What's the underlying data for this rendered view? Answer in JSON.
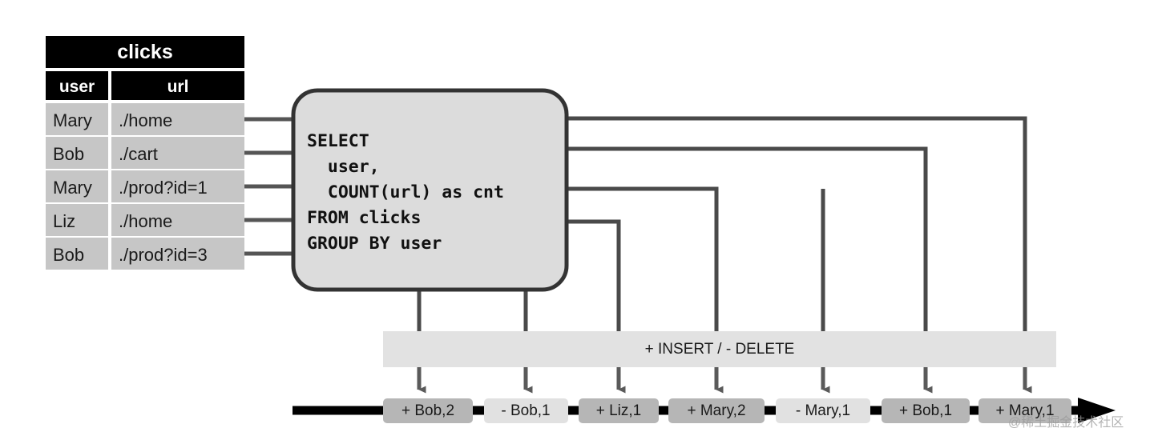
{
  "table": {
    "title": "clicks",
    "columns": [
      "user",
      "url"
    ],
    "rows": [
      [
        "Mary",
        "./home"
      ],
      [
        "Bob",
        "./cart"
      ],
      [
        "Mary",
        "./prod?id=1"
      ],
      [
        "Liz",
        "./home"
      ],
      [
        "Bob",
        "./prod?id=3"
      ]
    ],
    "header_bg": "#000000",
    "header_fg": "#ffffff",
    "cell_bg": "#c6c6c6",
    "cell_fg": "#1a1a1a"
  },
  "query": {
    "lines": [
      "SELECT",
      "  user,",
      "  COUNT(url) as cnt",
      "FROM clicks",
      "GROUP BY user"
    ],
    "text": "SELECT\n  user,\n  COUNT(url) as cnt\nFROM clicks\nGROUP BY user",
    "box_fill": "#dcdcdc",
    "box_stroke": "#333333"
  },
  "changelog_bar": {
    "label": "+ INSERT / - DELETE",
    "fill": "#e2e2e2"
  },
  "stream": {
    "events": [
      {
        "label": "+ Bob,2",
        "op": "+",
        "key": "Bob",
        "value": 2,
        "fill": "#b6b6b6"
      },
      {
        "label": "- Bob,1",
        "op": "-",
        "key": "Bob",
        "value": 1,
        "fill": "#e1e1e1"
      },
      {
        "label": "+ Liz,1",
        "op": "+",
        "key": "Liz",
        "value": 1,
        "fill": "#b6b6b6"
      },
      {
        "label": "+ Mary,2",
        "op": "+",
        "key": "Mary",
        "value": 2,
        "fill": "#b6b6b6"
      },
      {
        "label": "- Mary,1",
        "op": "-",
        "key": "Mary",
        "value": 1,
        "fill": "#e1e1e1"
      },
      {
        "label": "+ Bob,1",
        "op": "+",
        "key": "Bob",
        "value": 1,
        "fill": "#b6b6b6"
      },
      {
        "label": "+ Mary,1",
        "op": "+",
        "key": "Mary",
        "value": 1,
        "fill": "#b6b6b6"
      }
    ],
    "axis_color": "#000000"
  },
  "watermark": {
    "text": "@稀土掘金技术社区"
  },
  "colors": {
    "line": "#4a4a4a",
    "connector": "#555555",
    "background": "#ffffff"
  }
}
